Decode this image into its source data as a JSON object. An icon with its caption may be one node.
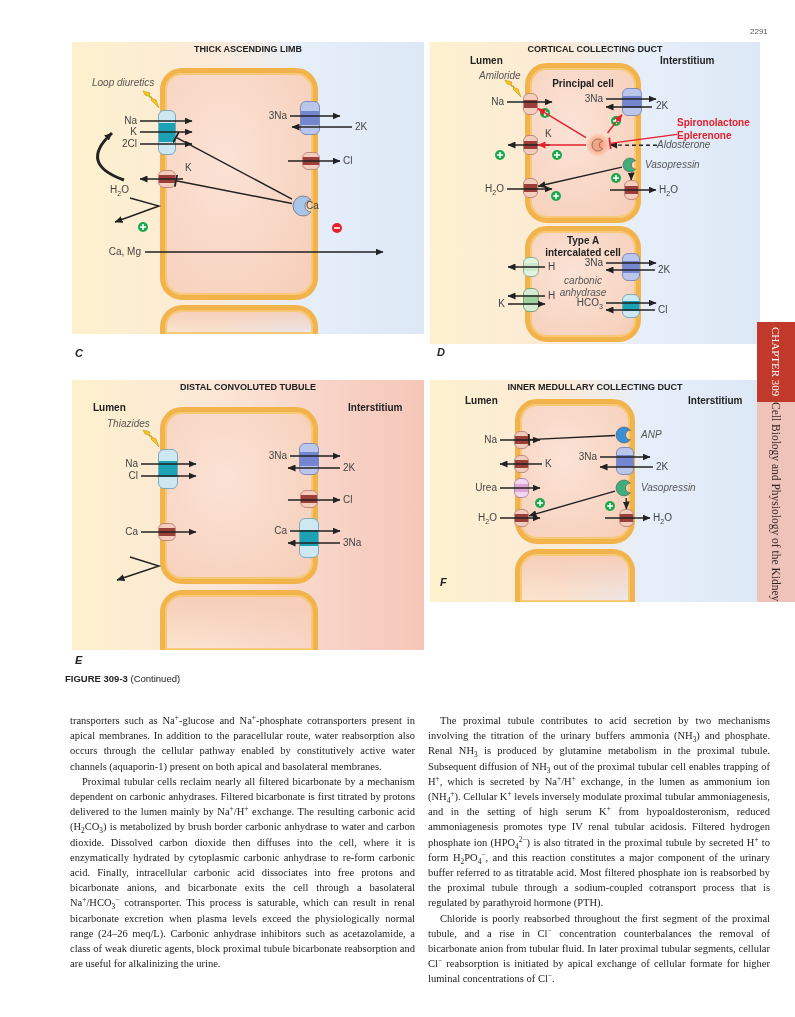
{
  "diagram": {
    "caption": "**FIGURE 309-3** (Continued)",
    "nodes": [
      {
        "text": [
          "THICK ASCENDING LIMB"
        ]
      },
      {
        "text": [],
        "shape": "box",
        "in": 0
      },
      {
        "text": [],
        "shape": "box",
        "in": 0
      },
      {
        "text": [],
        "shape": "box",
        "in": 1
      },
      {
        "text": [],
        "shape": "box",
        "in": 1
      },
      {
        "text": [],
        "shape": "box",
        "in": 1
      },
      {
        "text": [],
        "shape": "box",
        "in": 1
      },
      {
        "text": [
          "Ca"
        ],
        "in": 1
      },
      {
        "text": [
          "CORTICAL COLLECTING DUCT"
        ]
      },
      {
        "text": [
          "Principal cell"
        ],
        "in": 8
      },
      {
        "text": [],
        "shape": "box",
        "in": 9
      },
      {
        "text": [],
        "shape": "box",
        "in": 9
      },
      {
        "text": [],
        "shape": "box",
        "in": 9
      },
      {
        "text": [],
        "shape": "circle",
        "in": 9
      },
      {
        "text": [],
        "shape": "circle",
        "beside": [
          "Vasopressin"
        ],
        "in": 9
      },
      {
        "text": [],
        "shape": "box",
        "in": 9
      },
      {
        "text": [],
        "shape": "box",
        "in": 9
      },
      {
        "text": [
          "Aldosterone"
        ],
        "in": 8
      },
      {
        "text": [
          "Spironolactone",
          "Eplerenone"
        ],
        "in": 8
      },
      {
        "text": [
          "Type A intercalated cell",
          "carbonic anhydrase"
        ],
        "in": 8
      },
      {
        "text": [],
        "shape": "box",
        "in": 19
      },
      {
        "text": [],
        "shape": "box",
        "in": 19
      },
      {
        "text": [],
        "shape": "box",
        "in": 19
      },
      {
        "text": [],
        "shape": "box",
        "in": 19
      },
      {
        "text": [
          "DISTAL CONVOLUTED TUBULE"
        ]
      },
      {
        "text": [],
        "shape": "box",
        "in": 24
      },
      {
        "text": [],
        "shape": "box",
        "in": 24
      },
      {
        "text": [],
        "shape": "box",
        "in": 25
      },
      {
        "text": [],
        "shape": "box",
        "in": 25
      },
      {
        "text": [],
        "shape": "box",
        "in": 25
      },
      {
        "text": [],
        "shape": "box",
        "in": 25
      },
      {
        "text": [],
        "shape": "box",
        "in": 25
      },
      {
        "text": [
          "INNER MEDULLARY COLLECTING DUCT"
        ]
      },
      {
        "text": [],
        "shape": "box",
        "in": 32
      },
      {
        "text": [],
        "shape": "box",
        "in": 32
      },
      {
        "text": [],
        "shape": "box",
        "in": 33
      },
      {
        "text": [],
        "shape": "box",
        "in": 33
      },
      {
        "text": [],
        "shape": "box",
        "in": 33
      },
      {
        "text": [],
        "shape": "box",
        "in": 33
      },
      {
        "text": [],
        "shape": "circle",
        "beside": [
          "ANP"
        ],
        "in": 33
      },
      {
        "text": [],
        "shape": "box",
        "in": 33
      },
      {
        "text": [],
        "shape": "circle",
        "beside": [
          "Vasopressin"
        ],
        "in": 33
      },
      {
        "text": [],
        "shape": "box",
        "in": 33
      }
    ],
    "edges": [
      {
        "from": 7,
        "to": 3,
        "arrow": "other"
      },
      {
        "from": 7,
        "to": 4,
        "arrow": "other"
      },
      {
        "from": 13,
        "to": 10,
        "arrow": "to",
        "color": "#e3202b"
      },
      {
        "from": 13,
        "to": 11,
        "arrow": "to",
        "color": "#e3202b"
      },
      {
        "from": 13,
        "to": 12,
        "arrow": "to",
        "color": "#e3202b"
      },
      {
        "from": 17,
        "to": 13,
        "arrow": "to",
        "style": "dashed"
      },
      {
        "from": 18,
        "to": 13,
        "arrow": "other",
        "color": "#e3202b"
      },
      {
        "from": 14,
        "to": 15,
        "arrow": "to"
      },
      {
        "from": 14,
        "to": 16,
        "arrow": "to"
      },
      {
        "from": 39,
        "to": 35,
        "arrow": "other"
      },
      {
        "from": 41,
        "to": 38,
        "arrow": "to"
      },
      {
        "from": 41,
        "to": 42,
        "arrow": "to"
      }
    ],
    "labels": [
      "Loop diuretics",
      "Na",
      "K",
      "2Cl",
      "3Na",
      "2K",
      "Cl",
      "K",
      "H$_{2}$O",
      "Ca, Mg",
      "C",
      "Lumen",
      "Interstitium",
      "Amiloride",
      "Na",
      "3Na",
      "2K",
      "K",
      "H$_{2}$O",
      "H$_{2}$O",
      "H",
      "3Na",
      "2K",
      "K",
      "H",
      "HCO$_{3}$",
      "Cl",
      "D",
      "Lumen",
      "Interstitium",
      "Thiazides",
      "Na",
      "Cl",
      "3Na",
      "2K",
      "Cl",
      "Ca",
      "Ca",
      "3Na",
      "E",
      "Lumen",
      "Interstitium",
      "Na",
      "K",
      "3Na",
      "2K",
      "Urea",
      "H$_{2}$O",
      "H$_{2}$O",
      "F",
      "transporters such as Na$^{+}$-glucose and Na$^{+}$-phosphate cotransporters present in apical membranes. In addition to the paracellular route, water reabsorption also occurs through the cellular pathway enabled by constitutively active water channels (aquaporin-1) present on both apical and basolateral membranes.",
      "Proximal tubular cells reclaim nearly all filtered bicarbonate by a mechanism dependent on carbonic anhydrases. Filtered bicarbonate is first titrated by protons delivered to the lumen mainly by Na$^{+}$/H$^{+}$ exchange. The resulting carbonic acid (H$_{2}$CO$_{3}$) is metabolized by brush border carbonic anhydrase to water and carbon dioxide. Dissolved carbon dioxide then diffuses into the cell, where it is enzymatically hydrated by cytoplasmic carbonic anhydrase to re-form carbonic acid. Finally, intracellular carbonic acid dissociates into free protons and bicarbonate anions, and bicarbonate exits the cell through a basolateral Na$^{+}$/HCO$_{3}$$^{−}$ cotransporter. This process is saturable, which can result in renal bicarbonate excretion when plasma levels exceed the physiologically normal range (24–26 meq/L). Carbonic anhydrase inhibitors such as acetazolamide, a class of weak diuretic agents, block proximal tubule bicarbonate reabsorption and are useful for alkalinizing the urine.",
      "The proximal tubule contributes to acid secretion by two mechanisms involving the titration of the urinary buffers ammonia (NH$_{3}$) and phosphate. Renal NH$_{3}$ is produced by glutamine metabolism in the proximal tubule. Subsequent diffusion of NH$_{3}$ out of the proximal tubular cell enables trapping of H$^{+}$, which is secreted by Na$^{+}$/H$^{+}$ exchange, in the lumen as ammonium ion (NH$_{4}$$^{+}$). Cellular K$^{+}$ levels inversely modulate proximal tubular ammoniagenesis, and in the setting of high serum K$^{+}$ from hypoaldosteronism, reduced ammoniagenesis promotes type IV renal tubular acidosis. Filtered hydrogen phosphate ion (HPO$_{4}$$^{2−}$) is also titrated in the proximal tubule by secreted H$^{+}$ to form H$_{2}$PO$_{4}$$^{−}$, and this reaction constitutes a major component of the urinary buffer referred to as titratable acid. Most filtered phosphate ion is reabsorbed by the proximal tubule through a sodium-coupled cotransport process that is regulated by parathyroid hormone (PTH).",
      "Chloride is poorly reabsorbed throughout the first segment of the proximal tubule, and a rise in Cl$^{−}$ concentration counterbalances the removal of bicarbonate anion from tubular fluid. In later proximal tubular segments, cellular Cl$^{−}$ reabsorption is initiated by apical exchange of cellular formate for higher luminal concentrations of Cl$^{−}$.",
      "CHAPTER 309",
      "Cell Biology and Physiology of the Kidney",
      "2291"
    ]
  }
}
